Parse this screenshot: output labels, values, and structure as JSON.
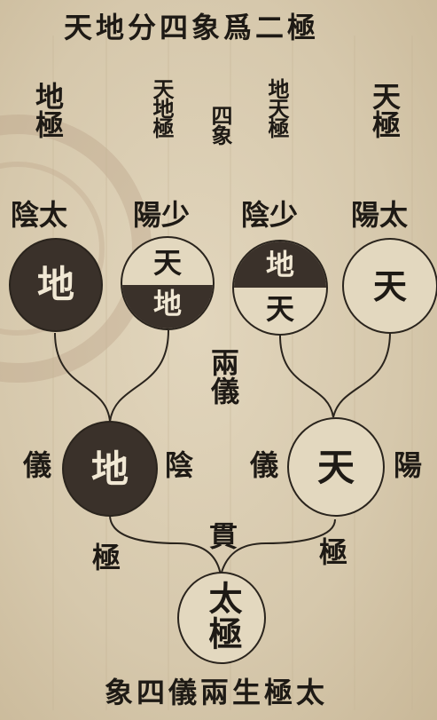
{
  "top_title": "天地分四象爲二極",
  "bottom_title": "太極生兩儀四象",
  "pole_labels": {
    "di_ji": "地極",
    "tian_di_ji": "天地極",
    "si_xiang": "四象",
    "di_tian_ji": "地天極",
    "tian_ji": "天極"
  },
  "four_images": {
    "tai_yin": "太陰",
    "shao_yang": "少陽",
    "shao_yin": "少陰",
    "tai_yang": "太陽"
  },
  "circles": {
    "c1": "地",
    "c2_top": "天",
    "c2_bottom": "地",
    "c3_top": "地",
    "c3_bottom": "天",
    "c4": "天",
    "yi_left": "地",
    "yi_right": "天",
    "taiji": "太極"
  },
  "middle": {
    "liang_yi": "兩儀",
    "yi_left": "儀",
    "yin": "陰",
    "yi_right": "儀",
    "yang": "陽",
    "ji_left": "極",
    "guan": "貫",
    "ji_right": "極"
  },
  "colors": {
    "paper": "#d9cbb0",
    "ink": "#1e1a15",
    "dark_fill": "#3a312a",
    "light_fill": "#e3d8bf"
  }
}
